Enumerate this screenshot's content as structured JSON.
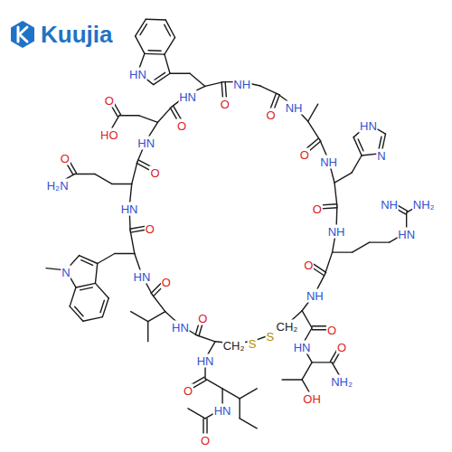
{
  "diagram": {
    "labels": [
      "Kuujia",
      "HN",
      "HN",
      "NH",
      "O",
      "NH",
      "HN",
      "HO",
      "HN",
      "N",
      "NH",
      "O",
      "H₂N",
      "HN",
      "NH",
      "NH₂",
      "HN",
      "NH",
      "HN",
      "N",
      "NH",
      "O",
      "O",
      "NH₂",
      "HN",
      "CH₂",
      "S",
      "S",
      "CH₂",
      "HN",
      "HN",
      "OH",
      "O",
      "HN",
      "O",
      "O",
      "O",
      "O",
      "O",
      "O",
      "O",
      "O",
      "O",
      "O",
      "O"
    ]
  }
}
